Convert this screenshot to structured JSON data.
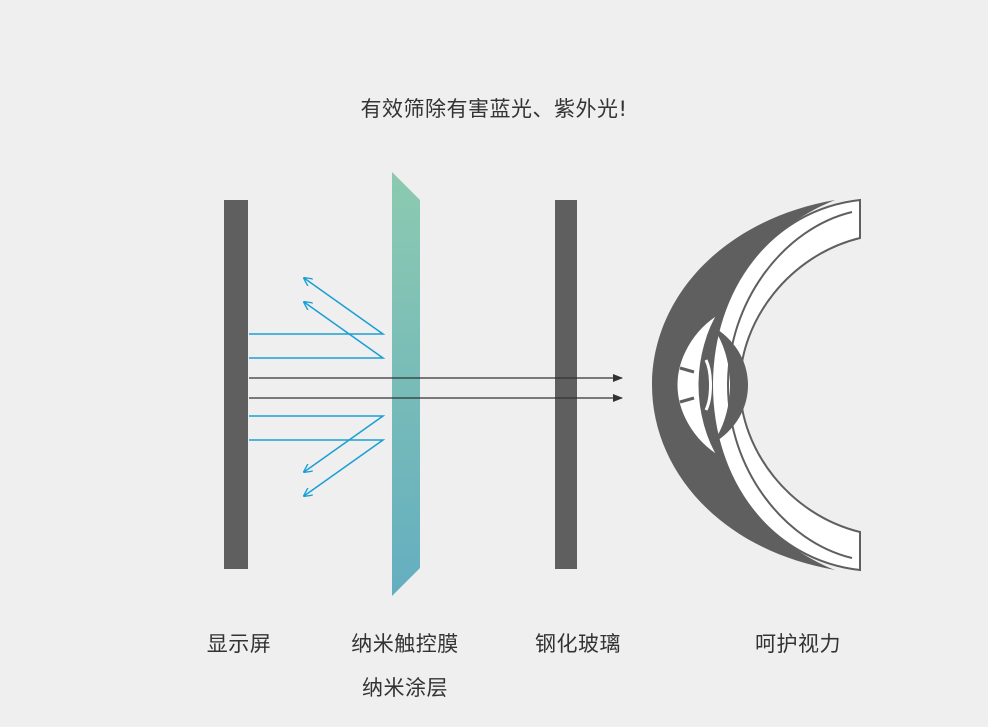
{
  "title": "有效筛除有害蓝光、紫外光!",
  "labels": {
    "screen": "显示屏",
    "film_line1": "纳米触控膜",
    "film_line2": "纳米涂层",
    "glass": "钢化玻璃",
    "eye": "呵护视力"
  },
  "colors": {
    "background": "#efefef",
    "panel": "#5f5f5f",
    "blue_light": "#1a9fd4",
    "film_top": "#8ccab0",
    "film_bottom": "#64aec0",
    "ray": "#333333"
  },
  "icons": [
    "arrow-head-icon",
    "eye-icon"
  ]
}
